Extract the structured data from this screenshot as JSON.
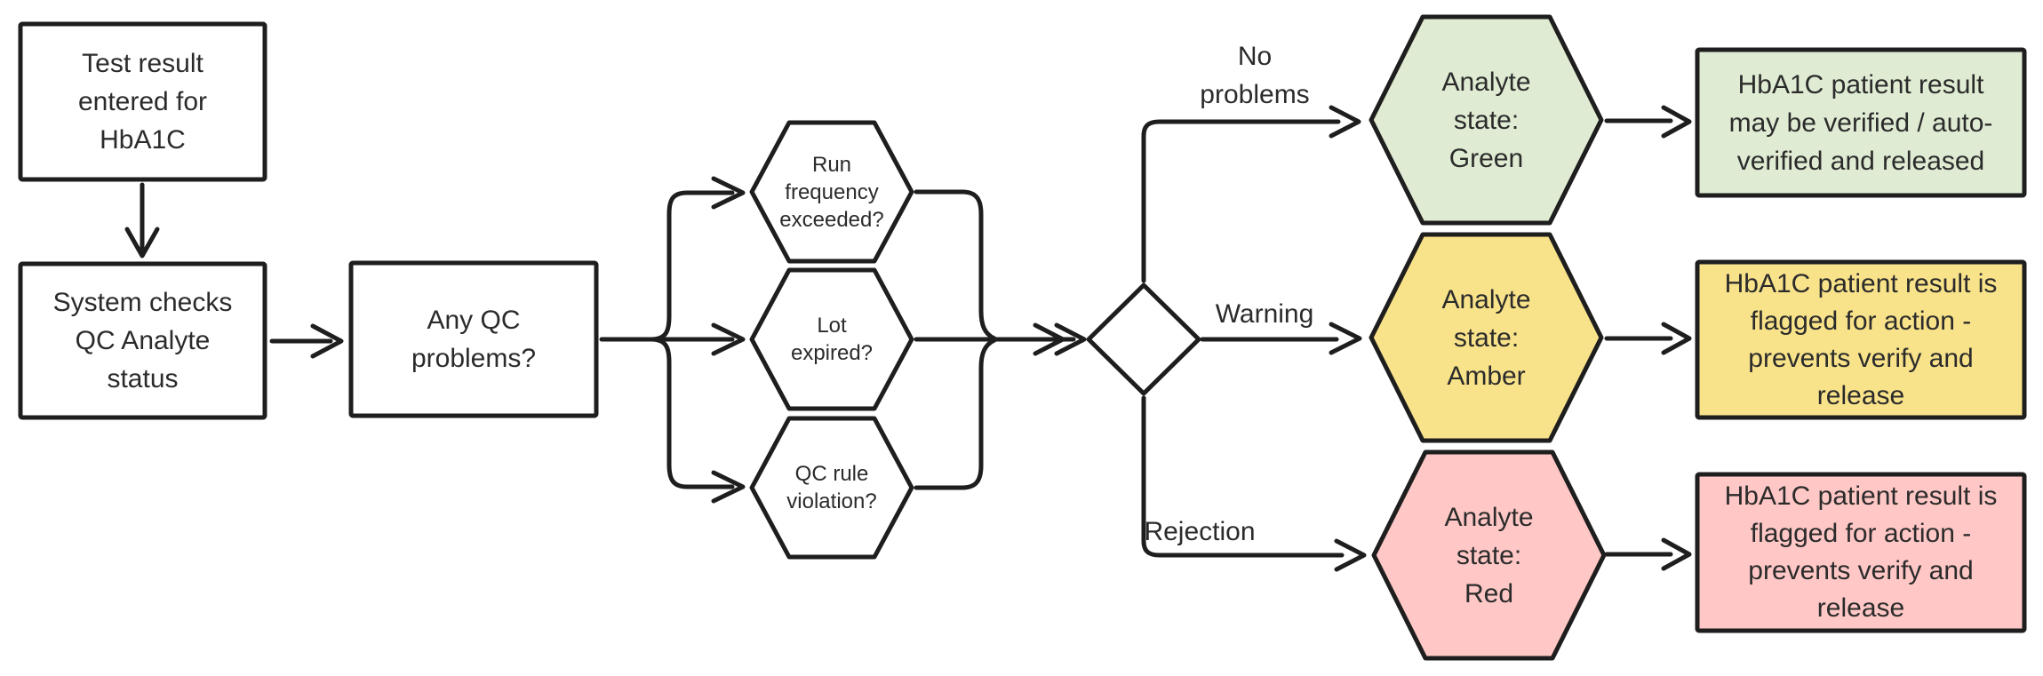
{
  "canvas": {
    "background": "#ffffff",
    "stroke_color": "#1e1e1e",
    "text_color": "#2b2b2b"
  },
  "nodes": {
    "test_result": {
      "fill": "#ffffff",
      "lines": [
        "Test result",
        "entered for",
        "HbA1C"
      ]
    },
    "system_checks": {
      "fill": "#ffffff",
      "lines": [
        "System checks",
        "QC Analyte",
        "status"
      ]
    },
    "any_qc": {
      "fill": "#ffffff",
      "lines": [
        "Any QC",
        "problems?"
      ]
    },
    "hex_run_frequency": {
      "fill": "#ffffff",
      "lines": [
        "Run",
        "frequency",
        "exceeded?"
      ]
    },
    "hex_lot_expired": {
      "fill": "#ffffff",
      "lines": [
        "Lot",
        "expired?"
      ]
    },
    "hex_qc_rule": {
      "fill": "#ffffff",
      "lines": [
        "QC rule",
        "violation?"
      ]
    },
    "decision_diamond": {
      "fill": "#ffffff"
    },
    "hex_green": {
      "fill": "#dfecd3",
      "lines": [
        "Analyte",
        "state:",
        "Green"
      ]
    },
    "hex_amber": {
      "fill": "#f9e38a",
      "lines": [
        "Analyte",
        "state:",
        "Amber"
      ]
    },
    "hex_red": {
      "fill": "#ffc8c6",
      "lines": [
        "Analyte",
        "state:",
        "Red"
      ]
    },
    "box_green": {
      "fill": "#dfecd3",
      "lines": [
        "HbA1C patient result",
        "may be verified / auto-",
        "verified and released"
      ]
    },
    "box_amber": {
      "fill": "#f9e38a",
      "lines": [
        "HbA1C patient result is",
        "flagged for action -",
        "prevents verify and",
        "release"
      ]
    },
    "box_red": {
      "fill": "#ffc8c6",
      "lines": [
        "HbA1C patient result is",
        "flagged for action -",
        "prevents verify and",
        "release"
      ]
    }
  },
  "edge_labels": {
    "no_problems": {
      "lines": [
        "No",
        "problems"
      ]
    },
    "warning": {
      "lines": [
        "Warning"
      ]
    },
    "rejection": {
      "lines": [
        "Rejection"
      ]
    }
  }
}
